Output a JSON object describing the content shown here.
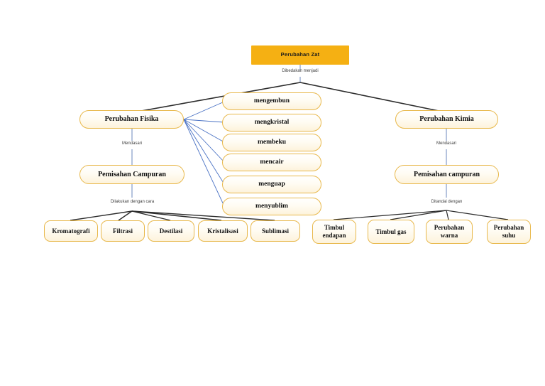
{
  "diagram": {
    "title": "Perubahan Zat",
    "type": "concept-map",
    "root": {
      "label": "Perubahan Zat"
    },
    "edge_labels": {
      "root_split": "Dibedakan menjadi",
      "fisika_mendasari": "Mendasari",
      "kimia_mendasari": "Mendasari",
      "fisika_methods": "Dilakukan dengan cara",
      "kimia_signs": "Ditandai dengan"
    },
    "branches": {
      "left": {
        "label": "Perubahan Fisika",
        "sub": "Pemisahan Campuran"
      },
      "right": {
        "label": "Perubahan Kimia",
        "sub": "Pemisahan campuran"
      }
    },
    "state_changes": [
      {
        "label": "mengembun"
      },
      {
        "label": "mengkristal"
      },
      {
        "label": "membeku"
      },
      {
        "label": "mencair"
      },
      {
        "label": "menguap"
      },
      {
        "label": "menyublim"
      }
    ],
    "separation_methods": [
      {
        "label": "Kromatografi"
      },
      {
        "label": "Filtrasi"
      },
      {
        "label": "Destilasi"
      },
      {
        "label": "Kristalisasi"
      },
      {
        "label": "Sublimasi"
      }
    ],
    "chemical_signs": [
      {
        "line1": "Timbul",
        "line2": "endapan"
      },
      {
        "line1": "Timbul gas",
        "line2": ""
      },
      {
        "line1": "Perubahan",
        "line2": "warna"
      },
      {
        "line1": "Perubahan",
        "line2": "suhu"
      }
    ],
    "colors": {
      "root_fill": "#F5B013",
      "node_border": "#E8B84B",
      "node_fill": "#FDF3DC",
      "wire_black": "#2b2b2b",
      "wire_blue": "#4a72c4",
      "caption_text": "#3f3f3f",
      "background": "#ffffff"
    }
  }
}
